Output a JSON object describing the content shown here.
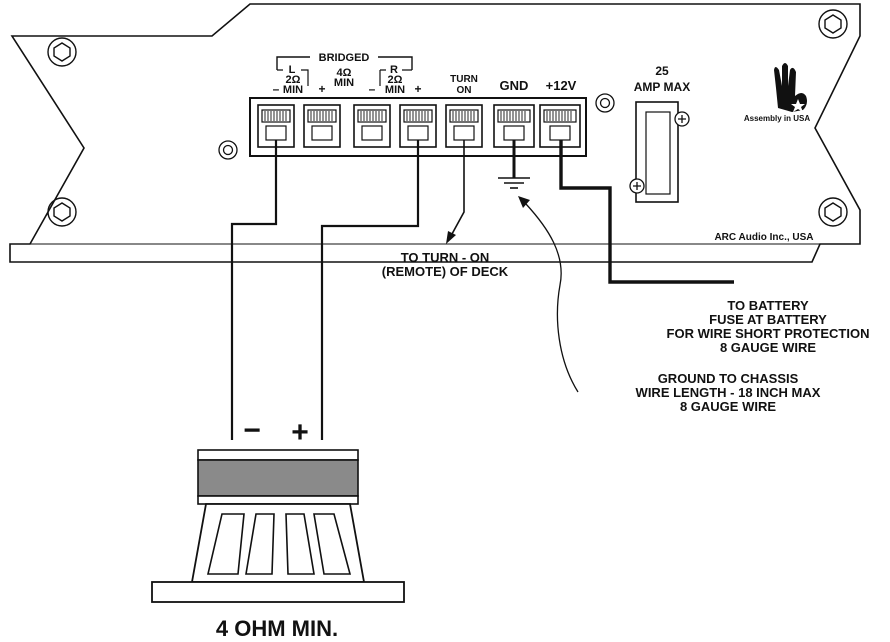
{
  "terminal_labels": {
    "bridged": "BRIDGED",
    "left": "L",
    "right": "R",
    "left_2ohm_line1": "2Ω",
    "left_2ohm_line2": "MIN",
    "bridged_4ohm_line1": "4Ω",
    "bridged_4ohm_line2": "MIN",
    "right_2ohm_line1": "2Ω",
    "right_2ohm_line2": "MIN",
    "turn_on_line1": "TURN",
    "turn_on_line2": "ON",
    "gnd": "GND",
    "plus12v": "+12V",
    "left_minus": "–",
    "left_plus": "+",
    "right_minus": "–",
    "right_plus": "+"
  },
  "fuse": {
    "rating_line1": "25",
    "rating_line2": "AMP MAX"
  },
  "branding": {
    "assembly": "Assembly in USA",
    "company": "ARC Audio Inc., USA"
  },
  "callouts": {
    "turn_on_line1": "TO TURN - ON",
    "turn_on_line2": "(REMOTE) OF DECK",
    "battery_line1": "TO BATTERY",
    "battery_line2": "FUSE AT BATTERY",
    "battery_line3": "FOR WIRE SHORT PROTECTION",
    "battery_line4": "8 GAUGE WIRE",
    "ground_line1": "GROUND TO CHASSIS",
    "ground_line2": "WIRE LENGTH - 18 INCH MAX",
    "ground_line3": "8 GAUGE WIRE"
  },
  "speaker": {
    "minus_sign": "−",
    "plus_sign": "+",
    "impedance_label": "4 OHM MIN."
  }
}
